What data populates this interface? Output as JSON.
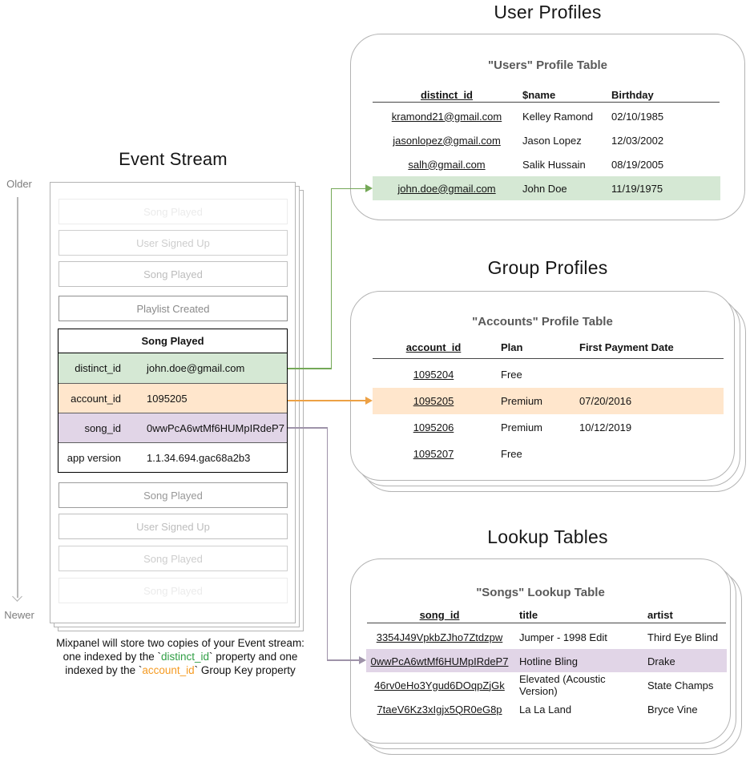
{
  "titles": {
    "event_stream": "Event Stream",
    "user_profiles": "User Profiles",
    "group_profiles": "Group Profiles",
    "lookup_tables": "Lookup Tables"
  },
  "timeline": {
    "older": "Older",
    "newer": "Newer"
  },
  "event_stream": {
    "events_before": [
      "Song Played",
      "User Signed Up",
      "Song Played",
      "Playlist Created"
    ],
    "selected_event": {
      "title": "Song Played",
      "properties": [
        {
          "key": "distinct_id",
          "value": "john.doe@gmail.com",
          "highlight": "green"
        },
        {
          "key": "account_id",
          "value": "1095205",
          "highlight": "orange"
        },
        {
          "key": "song_id",
          "value": "0wwPcA6wtMf6HUMpIRdeP7",
          "highlight": "purple"
        },
        {
          "key": "app version",
          "value": "1.1.34.694.gac68a2b3",
          "highlight": "none"
        }
      ]
    },
    "events_after": [
      "Song Played",
      "User Signed Up",
      "Song Played",
      "Song Played"
    ]
  },
  "users_table": {
    "heading": "\"Users\" Profile Table",
    "columns": [
      "distinct_id",
      "$name",
      "Birthday"
    ],
    "rows": [
      [
        "kramond21@gmail.com",
        "Kelley Ramond",
        "02/10/1985"
      ],
      [
        "jasonlopez@gmail.com",
        "Jason Lopez",
        "12/03/2002"
      ],
      [
        "salh@gmail.com",
        "Salik Hussain",
        "08/19/2005"
      ],
      [
        "john.doe@gmail.com",
        "John Doe",
        "11/19/1975"
      ]
    ],
    "highlighted_row_index": 3
  },
  "accounts_table": {
    "heading": "\"Accounts\" Profile Table",
    "columns": [
      "account_id",
      "Plan",
      "First Payment Date"
    ],
    "rows": [
      [
        "1095204",
        "Free",
        ""
      ],
      [
        "1095205",
        "Premium",
        "07/20/2016"
      ],
      [
        "1095206",
        "Premium",
        "10/12/2019"
      ],
      [
        "1095207",
        "Free",
        ""
      ]
    ],
    "highlighted_row_index": 1
  },
  "songs_table": {
    "heading": "\"Songs\" Lookup Table",
    "columns": [
      "song_id",
      "title",
      "artist"
    ],
    "rows": [
      [
        "3354J49VpkbZJho7Ztdzpw",
        "Jumper - 1998 Edit",
        "Third Eye Blind"
      ],
      [
        "0wwPcA6wtMf6HUMpIRdeP7",
        "Hotline Bling",
        "Drake"
      ],
      [
        "46rv0eHo3Ygud6DOqpZjGk",
        "Elevated (Acoustic Version)",
        "State Champs"
      ],
      [
        "7taeV6Kz3xIgjx5QR0eG8p",
        "La La Land",
        "Bryce Vine"
      ]
    ],
    "highlighted_row_index": 1
  },
  "note": {
    "line1": "Mixpanel will store two copies of your Event stream:",
    "line2_pre": "one indexed by the `",
    "line2_code": "distinct_id",
    "line2_post": "` property and one",
    "line3_pre": "indexed by the `",
    "line3_code": "account_id",
    "line3_post": "` Group Key property"
  },
  "colors": {
    "green_highlight": "#d5e8d4",
    "orange_highlight": "#ffe6cc",
    "purple_highlight": "#e1d5e7",
    "green_arrow": "#74a857",
    "orange_arrow": "#eda145",
    "purple_arrow": "#9e93a9",
    "distinct_id_code_text": "#2f9e44",
    "account_id_code_text": "#f59b23"
  }
}
